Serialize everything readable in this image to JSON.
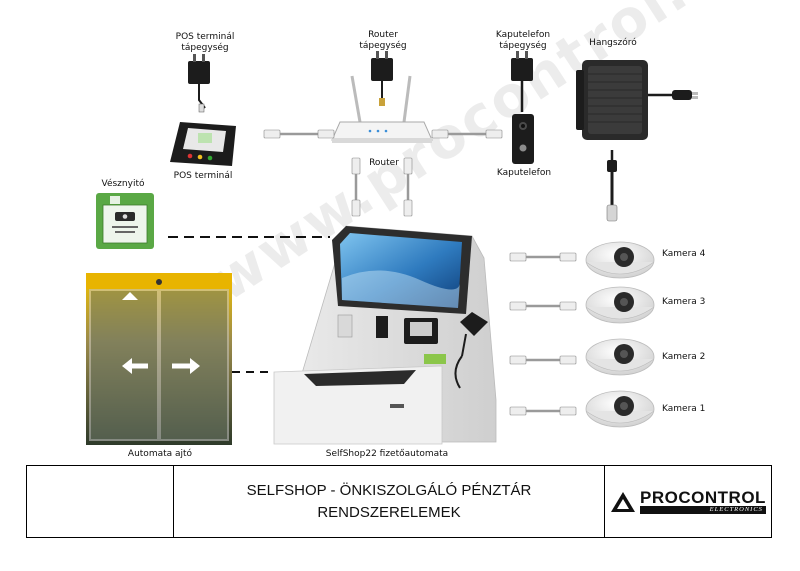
{
  "labels": {
    "pos_power": "POS terminál\ntápegység",
    "router_power": "Router\ntápegység",
    "door_phone_power": "Kaputelefon\ntápegység",
    "speaker": "Hangszóró",
    "pos_terminal": "POS terminál",
    "router": "Router",
    "door_phone": "Kaputelefon",
    "emergency": "Vésznyitó",
    "camera4": "Kamera 4",
    "camera3": "Kamera 3",
    "camera2": "Kamera 2",
    "camera1": "Kamera 1",
    "automatic_door": "Automata ajtó",
    "kiosk": "SelfShop22 fizetőautomata"
  },
  "watermark": "www.procontrol.hu",
  "title_block": {
    "line1": "SELFSHOP - ÖNKISZOLGÁLÓ PÉNZTÁR",
    "line2": "RENDSZERELEMEK",
    "logo_main": "PROCONTROL",
    "logo_sub": "ELECTRONICS"
  },
  "colors": {
    "emergency_green": "#5aa845",
    "screen_blue": "#2f7bbf",
    "device_black": "#1c1c1c",
    "cable_grey": "#9a9a9a"
  }
}
